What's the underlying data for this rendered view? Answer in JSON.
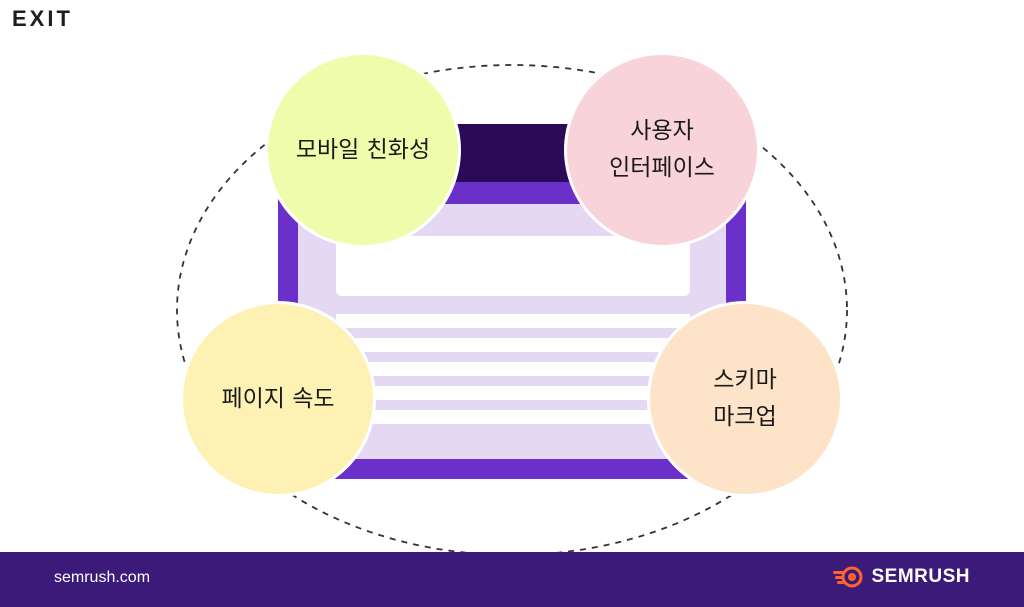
{
  "header": {
    "logo_text": "EXIT"
  },
  "diagram": {
    "bubbles": [
      {
        "label": "모바일 친화성",
        "color": "#eefcab"
      },
      {
        "label": "사용자\n인터페이스",
        "color": "#f9d3da"
      },
      {
        "label": "페이지 속도",
        "color": "#fdf2b3"
      },
      {
        "label": "스키마\n마크업",
        "color": "#fde3c7"
      }
    ],
    "colors": {
      "frame": "#6b30c9",
      "titlebar": "#2b0a5a",
      "panel": "#e4d8f3",
      "accent_stripe": "#7b3fd6",
      "dashed_orbit": "#333333"
    }
  },
  "footer": {
    "url": "semrush.com",
    "brand": "SEMRUSH",
    "brand_icon": "semrush-flame-icon",
    "brand_icon_color": "#ff642d",
    "background": "#3b1a7a"
  }
}
